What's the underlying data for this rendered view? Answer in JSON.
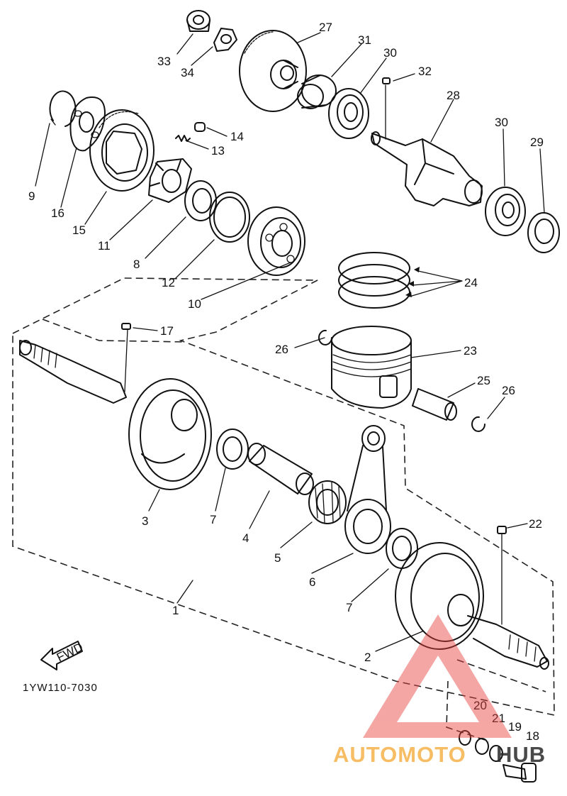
{
  "diagram_code": "1YW110-7030",
  "fwd_label": "FWD",
  "watermark": {
    "text_left": "AUTOMOTO",
    "text_right": "HUB",
    "color_left": "#f6b24a",
    "color_right": "#2a2a2a",
    "mark_color": "#e8413b"
  },
  "callouts": [
    {
      "id": "33",
      "label": "33"
    },
    {
      "id": "34",
      "label": "34"
    },
    {
      "id": "27",
      "label": "27"
    },
    {
      "id": "31",
      "label": "31"
    },
    {
      "id": "30a",
      "label": "30"
    },
    {
      "id": "32",
      "label": "32"
    },
    {
      "id": "28",
      "label": "28"
    },
    {
      "id": "9",
      "label": "9"
    },
    {
      "id": "16",
      "label": "16"
    },
    {
      "id": "15",
      "label": "15"
    },
    {
      "id": "14",
      "label": "14"
    },
    {
      "id": "13",
      "label": "13"
    },
    {
      "id": "11",
      "label": "11"
    },
    {
      "id": "8",
      "label": "8"
    },
    {
      "id": "12",
      "label": "12"
    },
    {
      "id": "10",
      "label": "10"
    },
    {
      "id": "30b",
      "label": "30"
    },
    {
      "id": "29",
      "label": "29"
    },
    {
      "id": "24",
      "label": "24"
    },
    {
      "id": "17",
      "label": "17"
    },
    {
      "id": "26a",
      "label": "26"
    },
    {
      "id": "23",
      "label": "23"
    },
    {
      "id": "25",
      "label": "25"
    },
    {
      "id": "26b",
      "label": "26"
    },
    {
      "id": "3",
      "label": "3"
    },
    {
      "id": "7a",
      "label": "7"
    },
    {
      "id": "4",
      "label": "4"
    },
    {
      "id": "5",
      "label": "5"
    },
    {
      "id": "6",
      "label": "6"
    },
    {
      "id": "22",
      "label": "22"
    },
    {
      "id": "7b",
      "label": "7"
    },
    {
      "id": "1",
      "label": "1"
    },
    {
      "id": "2",
      "label": "2"
    },
    {
      "id": "20",
      "label": "20"
    },
    {
      "id": "21",
      "label": "21"
    },
    {
      "id": "19",
      "label": "19"
    },
    {
      "id": "18",
      "label": "18"
    }
  ]
}
